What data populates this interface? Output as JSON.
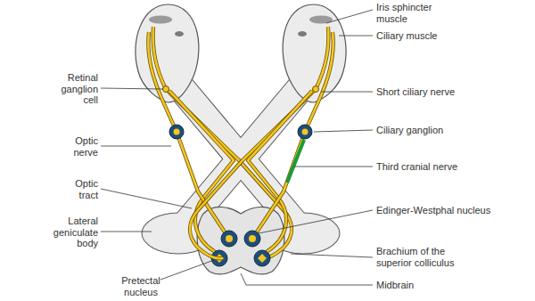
{
  "diagram": {
    "labels": [
      "Iris sphincter muscle",
      "Ciliary muscle",
      "Retinal ganglion cell",
      "Short ciliary nerve",
      "Optic nerve",
      "Ciliary ganglion",
      "Optic tract",
      "Third cranial nerve",
      "Lateral geniculate body",
      "Edinger-Westphal nucleus",
      "Brachium of the superior colliculus",
      "Pretectal nucleus",
      "Midbrain"
    ]
  }
}
